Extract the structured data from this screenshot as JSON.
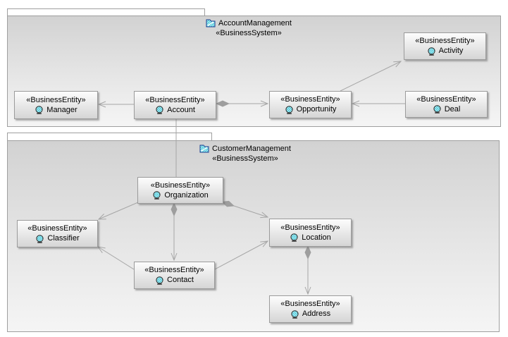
{
  "diagram": {
    "packages": [
      {
        "id": "account-management",
        "name": "AccountManagement",
        "stereotype": "«BusinessSystem»"
      },
      {
        "id": "customer-management",
        "name": "CustomerManagement",
        "stereotype": "«BusinessSystem»"
      }
    ],
    "entities": {
      "manager": {
        "stereotype": "«BusinessEntity»",
        "name": "Manager",
        "package": "AccountManagement"
      },
      "account": {
        "stereotype": "«BusinessEntity»",
        "name": "Account",
        "package": "AccountManagement"
      },
      "opportunity": {
        "stereotype": "«BusinessEntity»",
        "name": "Opportunity",
        "package": "AccountManagement"
      },
      "activity": {
        "stereotype": "«BusinessEntity»",
        "name": "Activity",
        "package": "AccountManagement"
      },
      "deal": {
        "stereotype": "«BusinessEntity»",
        "name": "Deal",
        "package": "AccountManagement"
      },
      "organization": {
        "stereotype": "«BusinessEntity»",
        "name": "Organization",
        "package": "CustomerManagement"
      },
      "classifier": {
        "stereotype": "«BusinessEntity»",
        "name": "Classifier",
        "package": "CustomerManagement"
      },
      "contact": {
        "stereotype": "«BusinessEntity»",
        "name": "Contact",
        "package": "CustomerManagement"
      },
      "location": {
        "stereotype": "«BusinessEntity»",
        "name": "Location",
        "package": "CustomerManagement"
      },
      "address": {
        "stereotype": "«BusinessEntity»",
        "name": "Address",
        "package": "CustomerManagement"
      }
    },
    "relationships": [
      {
        "from": "Account",
        "to": "Manager",
        "type": "association",
        "arrow_at": "Manager"
      },
      {
        "from": "Account",
        "to": "Opportunity",
        "type": "aggregation",
        "diamond_at": "Account",
        "arrow_at": "Opportunity"
      },
      {
        "from": "Deal",
        "to": "Opportunity",
        "type": "association",
        "arrow_at": "Opportunity"
      },
      {
        "from": "Opportunity",
        "to": "Activity",
        "type": "association",
        "arrow_at": "Activity"
      },
      {
        "from": "Account",
        "to": "Organization",
        "type": "association",
        "arrow_at": "none"
      },
      {
        "from": "Organization",
        "to": "Classifier",
        "type": "association",
        "arrow_at": "Classifier"
      },
      {
        "from": "Organization",
        "to": "Contact",
        "type": "aggregation",
        "diamond_at": "Organization",
        "arrow_at": "Contact"
      },
      {
        "from": "Organization",
        "to": "Location",
        "type": "aggregation",
        "diamond_at": "Organization",
        "arrow_at": "Location"
      },
      {
        "from": "Contact",
        "to": "Classifier",
        "type": "association",
        "arrow_at": "Classifier"
      },
      {
        "from": "Contact",
        "to": "Location",
        "type": "association",
        "arrow_at": "Location"
      },
      {
        "from": "Location",
        "to": "Address",
        "type": "aggregation",
        "diamond_at": "Location",
        "arrow_at": "Address"
      }
    ],
    "colors": {
      "entity_icon_fill": "#aff0f7",
      "entity_icon_hatch": "#3fbed0",
      "folder_icon_border": "#1a3c8f",
      "connector": "#a6a6a6",
      "diamond_fill": "#9e9e9e",
      "package_gradient_top": "#d2d2d2",
      "package_gradient_bottom": "#f5f5f5",
      "entity_gradient_top": "#fdfdfd",
      "entity_gradient_bottom": "#d5d5d5"
    }
  }
}
